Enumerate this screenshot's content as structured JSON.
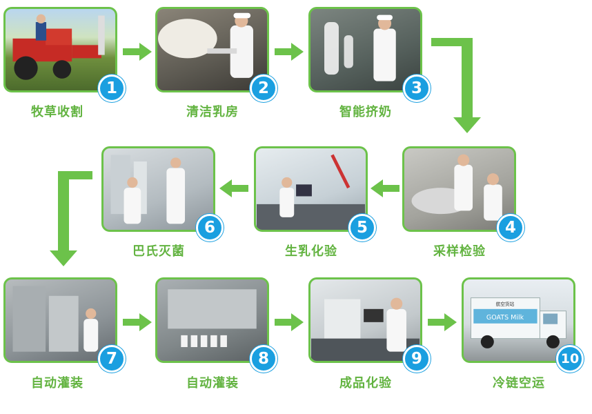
{
  "steps": [
    {
      "number": "1",
      "label": "牧草收割"
    },
    {
      "number": "2",
      "label": "清洁乳房"
    },
    {
      "number": "3",
      "label": "智能挤奶"
    },
    {
      "number": "4",
      "label": "采样检验"
    },
    {
      "number": "5",
      "label": "生乳化验"
    },
    {
      "number": "6",
      "label": "巴氏灭菌"
    },
    {
      "number": "7",
      "label": "自动灌装"
    },
    {
      "number": "8",
      "label": "自动灌装"
    },
    {
      "number": "9",
      "label": "成品化验"
    },
    {
      "number": "10",
      "label": "冷链空运"
    }
  ],
  "colors": {
    "arrow": "#6cc24a",
    "border": "#6cc24a",
    "badge": "#1a9fe0",
    "label": "#62b340"
  },
  "truck": {
    "brand_text": "GOATS Milk",
    "company_text": "航空货站"
  }
}
